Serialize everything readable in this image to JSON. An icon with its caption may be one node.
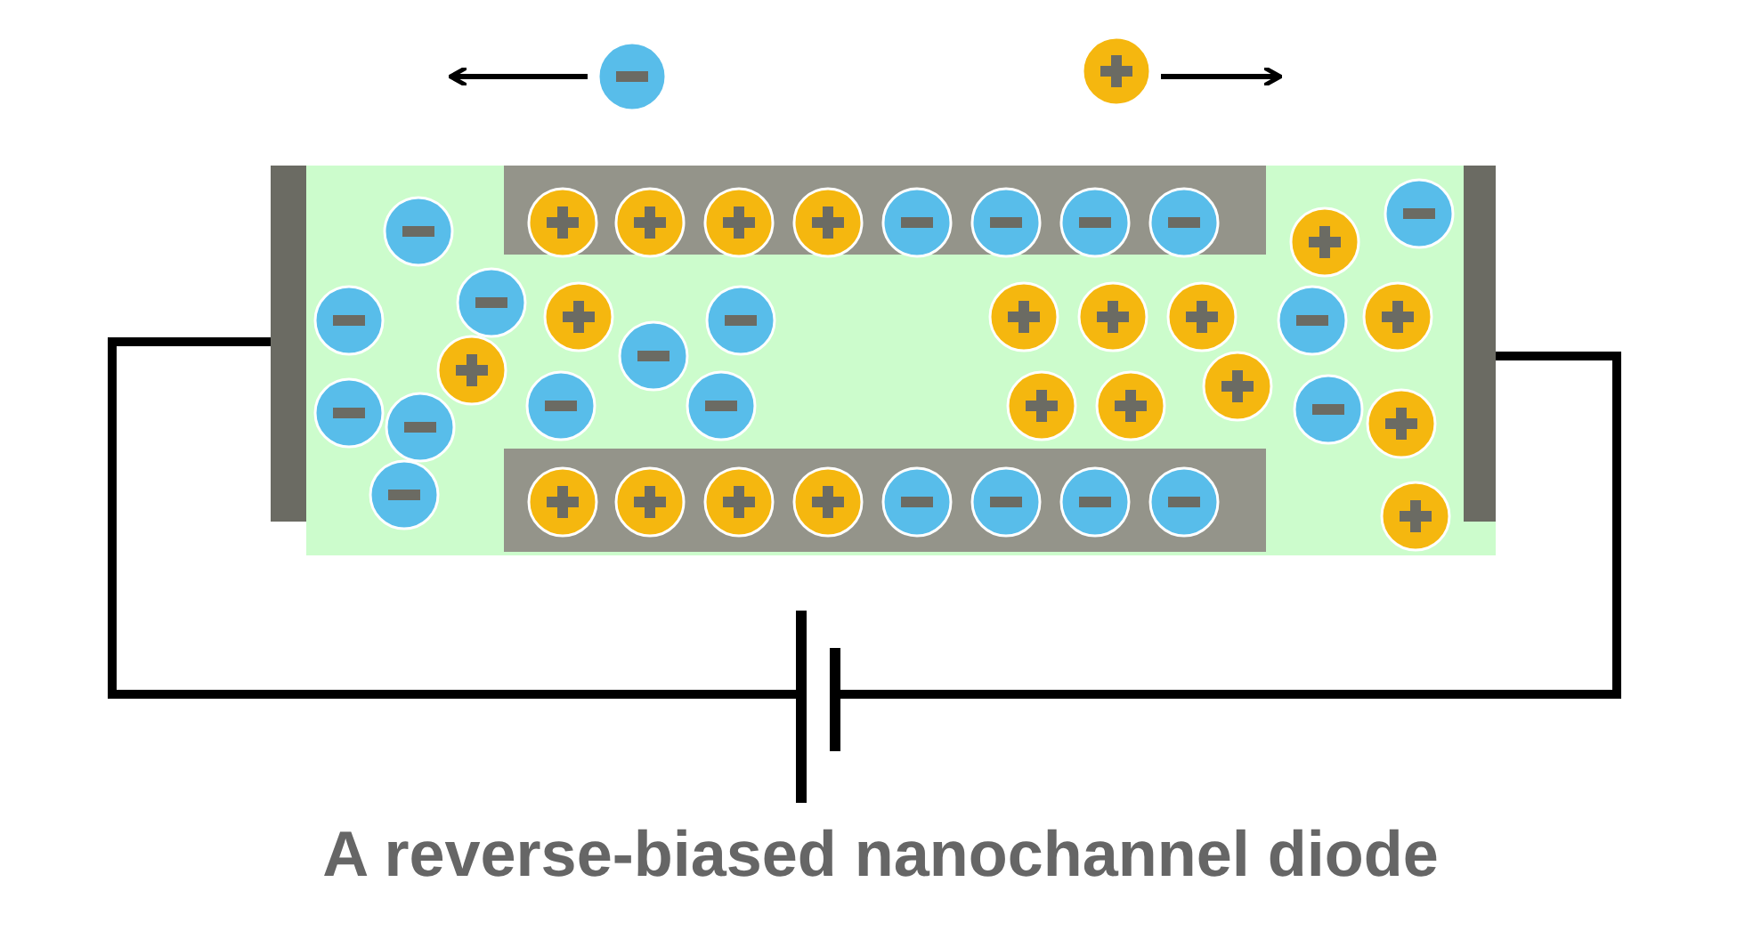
{
  "diagram": {
    "caption": "A reverse-biased nanochannel diode",
    "nodes": [
      {
        "text": [],
        "shape": "bar"
      },
      {
        "text": [],
        "shape": "bar"
      },
      {
        "text": [],
        "shape": "battery"
      }
    ],
    "edges": [
      {
        "from": 0,
        "to": 2,
        "arrow": "none"
      },
      {
        "from": 2,
        "to": 1,
        "arrow": "none"
      }
    ]
  }
}
